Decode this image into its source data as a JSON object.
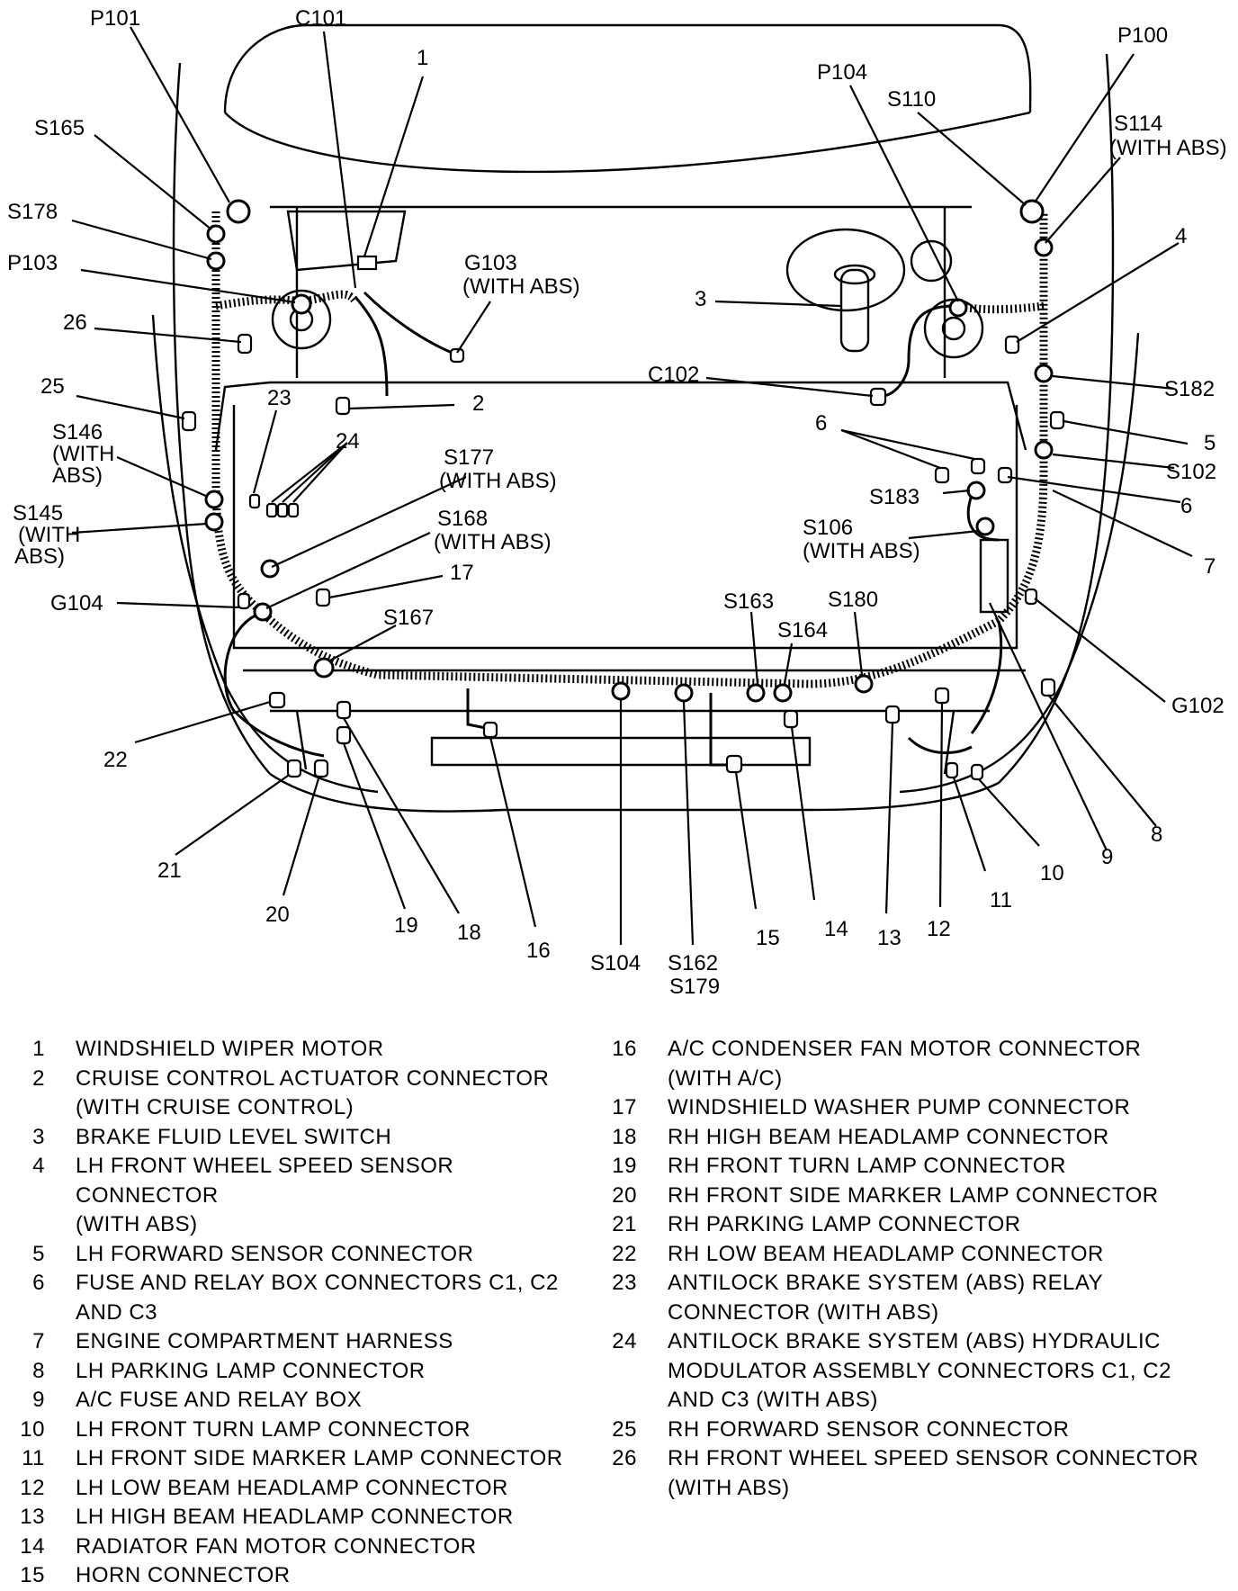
{
  "callouts": {
    "P101": "P101",
    "C101": "C101",
    "n1": "1",
    "P104": "P104",
    "S110": "S110",
    "P100": "P100",
    "S165": "S165",
    "S114": "S114",
    "S114_note": "(WITH ABS)",
    "S178": "S178",
    "n4": "4",
    "G103": "G103",
    "G103_note": "(WITH ABS)",
    "P103": "P103",
    "n3": "3",
    "n26": "26",
    "C102": "C102",
    "n2": "2",
    "n25": "25",
    "S182": "S182",
    "n23": "23",
    "n6a": "6",
    "n5": "5",
    "S146": "S146",
    "S146_note1": "(WITH",
    "S146_note2": "ABS)",
    "n24": "24",
    "S177": "S177",
    "S177_note": "(WITH ABS)",
    "S102": "S102",
    "S183": "S183",
    "n6b": "6",
    "S145": "S145",
    "S145_note1": "(WITH",
    "S145_note2": "ABS)",
    "S168": "S168",
    "S168_note": "(WITH ABS)",
    "S106": "S106",
    "S106_note": "(WITH ABS)",
    "n7": "7",
    "n17": "17",
    "G104": "G104",
    "S163": "S163",
    "S180": "S180",
    "S167": "S167",
    "S164": "S164",
    "G102": "G102",
    "n22": "22",
    "n9": "9",
    "n8": "8",
    "n10": "10",
    "n21": "21",
    "n11": "11",
    "n20": "20",
    "n19": "19",
    "n18": "18",
    "n15": "15",
    "n14": "14",
    "n13": "13",
    "n12": "12",
    "n16": "16",
    "S104": "S104",
    "S162": "S162",
    "S179": "S179"
  },
  "legend_left": [
    {
      "num": "1",
      "text": "WINDSHIELD WIPER MOTOR"
    },
    {
      "num": "2",
      "text": "CRUISE CONTROL ACTUATOR CONNECTOR\n(WITH CRUISE CONTROL)"
    },
    {
      "num": "3",
      "text": "BRAKE FLUID LEVEL SWITCH"
    },
    {
      "num": "4",
      "text": "LH FRONT WHEEL SPEED SENSOR CONNECTOR\n(WITH ABS)"
    },
    {
      "num": "5",
      "text": "LH FORWARD SENSOR CONNECTOR"
    },
    {
      "num": "6",
      "text": "FUSE AND RELAY BOX CONNECTORS C1, C2\nAND C3"
    },
    {
      "num": "7",
      "text": "ENGINE COMPARTMENT HARNESS"
    },
    {
      "num": "8",
      "text": "LH PARKING LAMP CONNECTOR"
    },
    {
      "num": "9",
      "text": "A/C FUSE AND RELAY BOX"
    },
    {
      "num": "10",
      "text": "LH FRONT TURN LAMP CONNECTOR"
    },
    {
      "num": "11",
      "text": "LH FRONT SIDE MARKER LAMP CONNECTOR"
    },
    {
      "num": "12",
      "text": "LH LOW BEAM HEADLAMP CONNECTOR"
    },
    {
      "num": "13",
      "text": "LH HIGH BEAM HEADLAMP CONNECTOR"
    },
    {
      "num": "14",
      "text": "RADIATOR FAN MOTOR CONNECTOR"
    },
    {
      "num": "15",
      "text": "HORN CONNECTOR"
    }
  ],
  "legend_right": [
    {
      "num": "16",
      "text": "A/C CONDENSER FAN MOTOR CONNECTOR\n(WITH A/C)"
    },
    {
      "num": "17",
      "text": "WINDSHIELD WASHER PUMP CONNECTOR"
    },
    {
      "num": "18",
      "text": "RH HIGH BEAM HEADLAMP CONNECTOR"
    },
    {
      "num": "19",
      "text": "RH FRONT TURN LAMP CONNECTOR"
    },
    {
      "num": "20",
      "text": "RH FRONT SIDE MARKER LAMP CONNECTOR"
    },
    {
      "num": "21",
      "text": "RH PARKING LAMP CONNECTOR"
    },
    {
      "num": "22",
      "text": "RH LOW BEAM HEADLAMP CONNECTOR"
    },
    {
      "num": "23",
      "text": "ANTILOCK BRAKE SYSTEM (ABS) RELAY\nCONNECTOR (WITH ABS)"
    },
    {
      "num": "24",
      "text": "ANTILOCK BRAKE SYSTEM (ABS) HYDRAULIC\nMODULATOR ASSEMBLY CONNECTORS C1, C2\nAND C3 (WITH ABS)"
    },
    {
      "num": "25",
      "text": "RH FORWARD SENSOR CONNECTOR"
    },
    {
      "num": "26",
      "text": "RH FRONT WHEEL SPEED SENSOR CONNECTOR\n(WITH ABS)"
    }
  ]
}
